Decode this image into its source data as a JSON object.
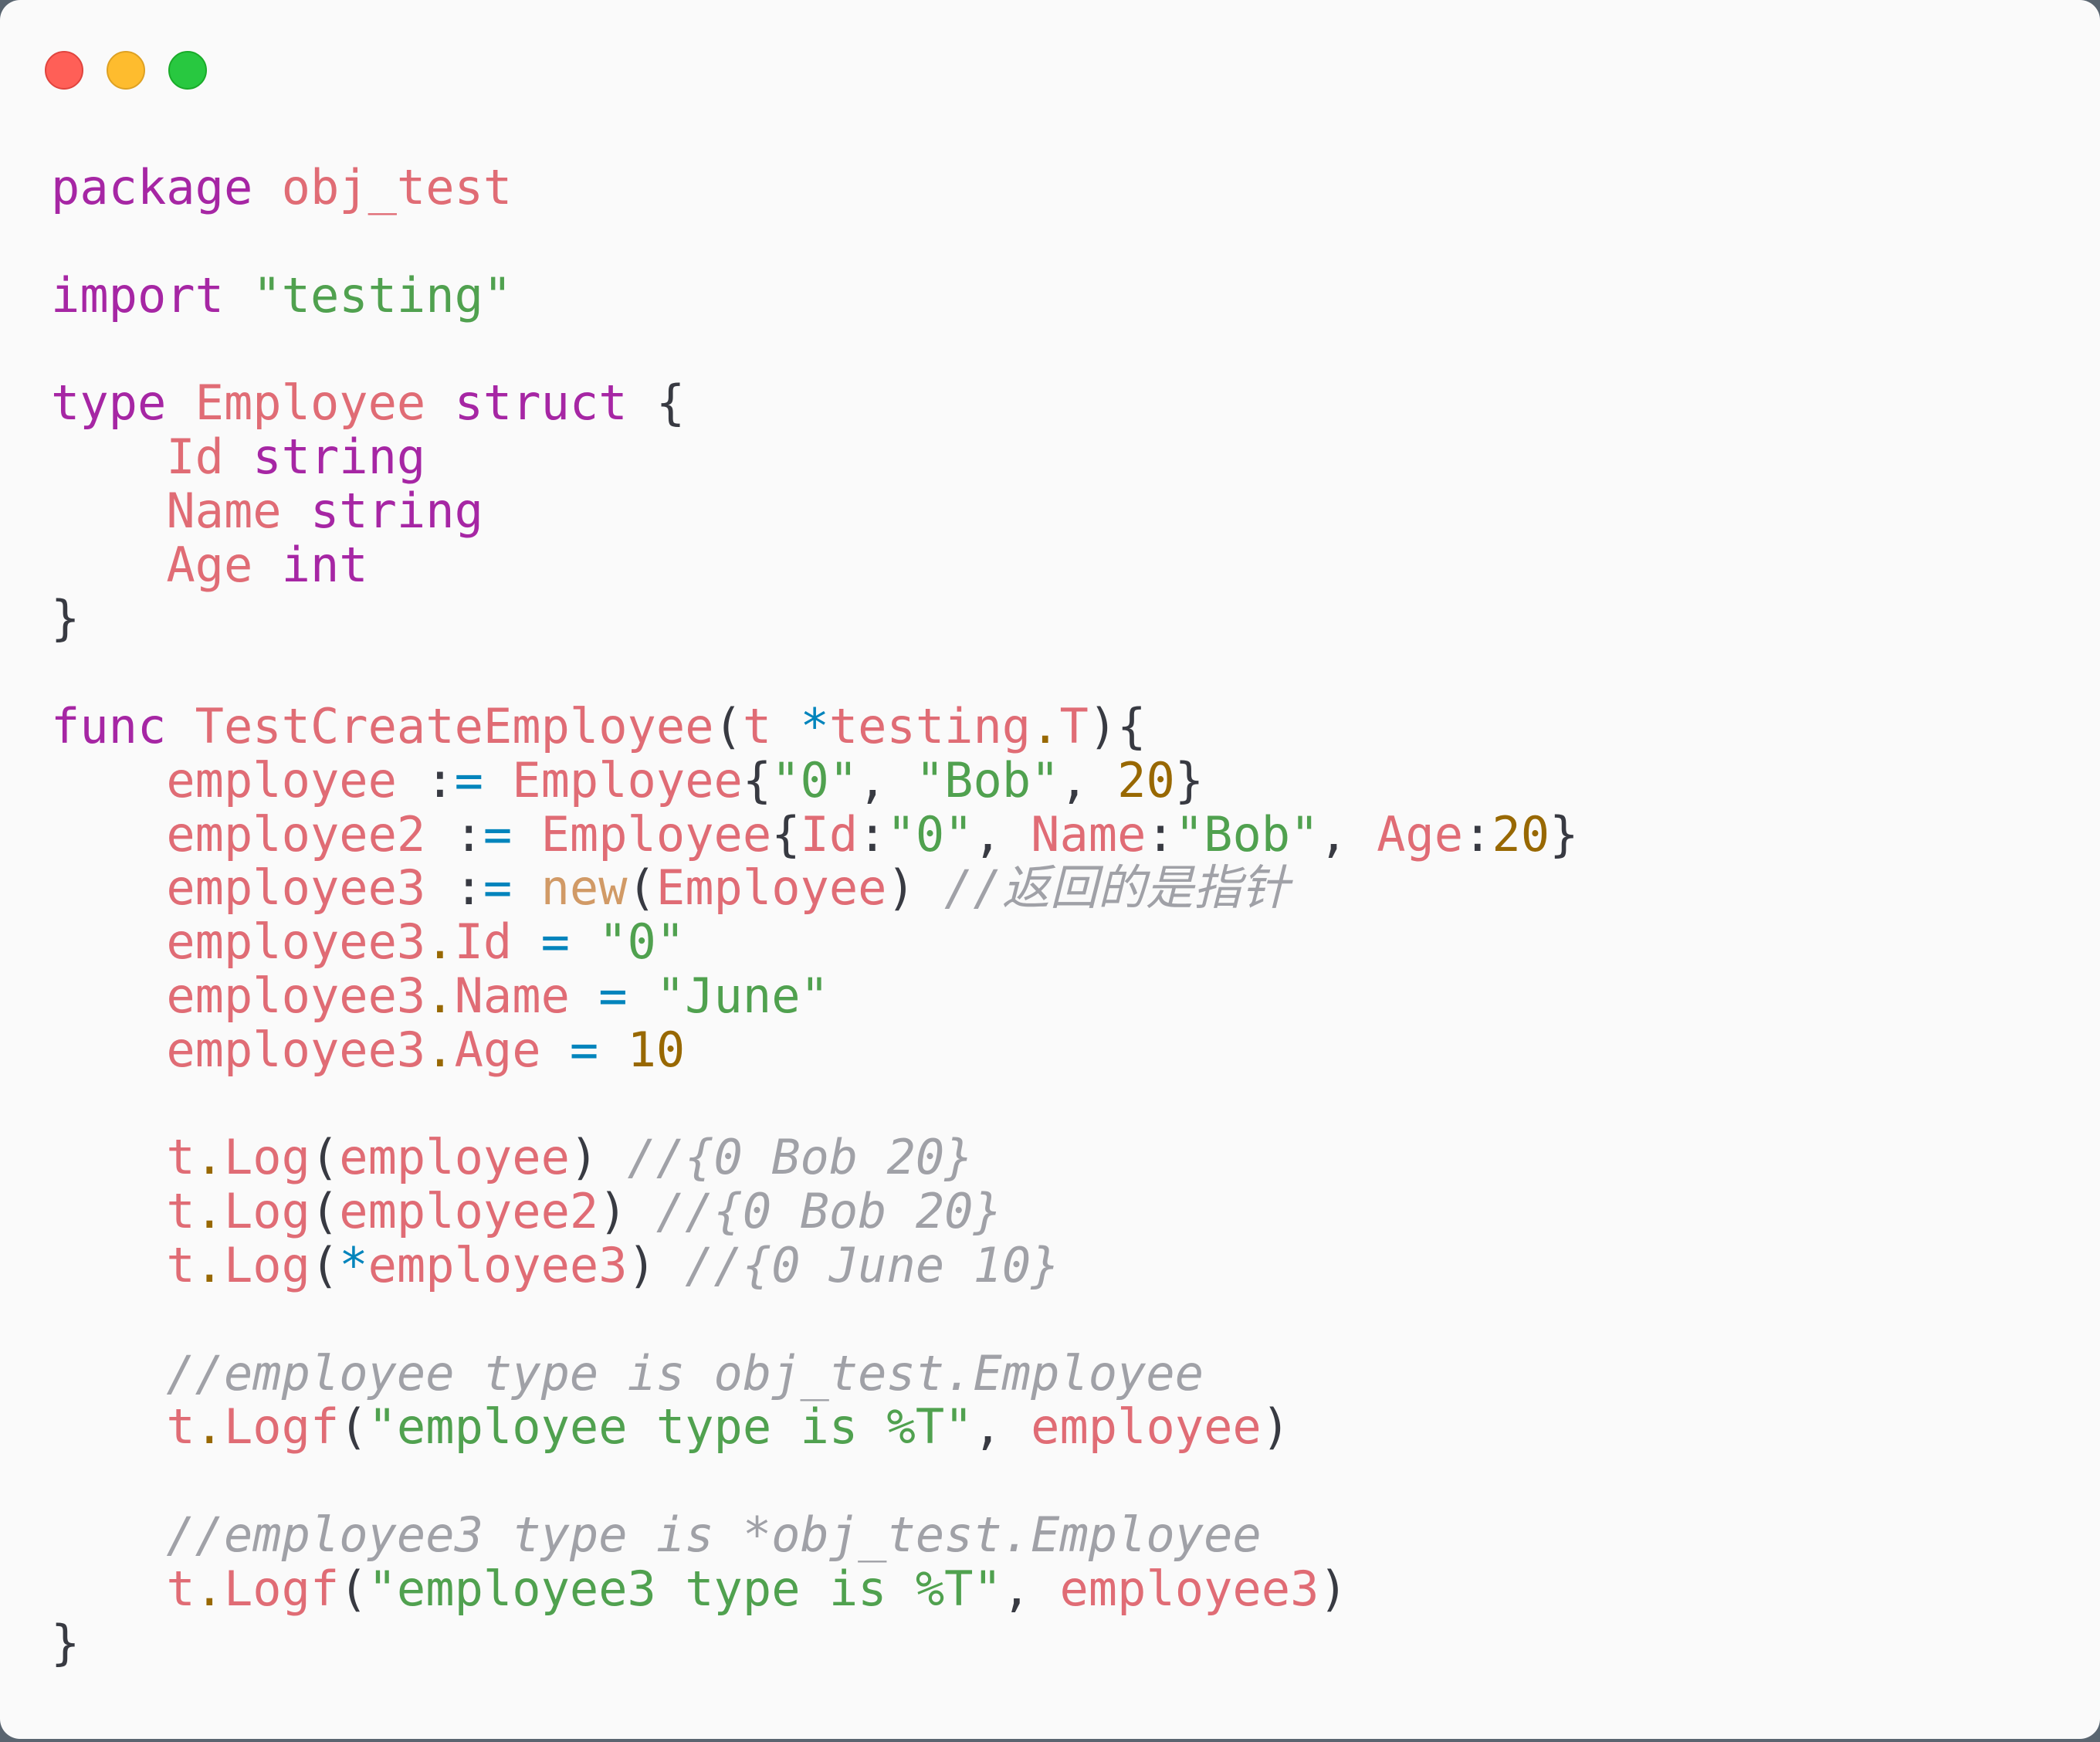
{
  "window": {
    "controls": [
      "close",
      "minimize",
      "zoom"
    ]
  },
  "colors": {
    "keyword": "#a626a4",
    "identifier": "#e06c75",
    "string": "#50a14f",
    "number": "#986801",
    "operator": "#0184bc",
    "comment": "#a0a1a7"
  },
  "code": [
    [
      [
        "kw",
        "package"
      ],
      [
        "pn",
        " "
      ],
      [
        "id",
        "obj_test"
      ]
    ],
    [],
    [
      [
        "kw",
        "import"
      ],
      [
        "pn",
        " "
      ],
      [
        "str",
        "\"testing\""
      ]
    ],
    [],
    [
      [
        "kw",
        "type"
      ],
      [
        "pn",
        " "
      ],
      [
        "id",
        "Employee"
      ],
      [
        "pn",
        " "
      ],
      [
        "kw",
        "struct"
      ],
      [
        "pn",
        " {"
      ]
    ],
    [
      [
        "pn",
        "    "
      ],
      [
        "id",
        "Id"
      ],
      [
        "pn",
        " "
      ],
      [
        "kw",
        "string"
      ]
    ],
    [
      [
        "pn",
        "    "
      ],
      [
        "id",
        "Name"
      ],
      [
        "pn",
        " "
      ],
      [
        "kw",
        "string"
      ]
    ],
    [
      [
        "pn",
        "    "
      ],
      [
        "id",
        "Age"
      ],
      [
        "pn",
        " "
      ],
      [
        "kw",
        "int"
      ]
    ],
    [
      [
        "pn",
        "}"
      ]
    ],
    [],
    [
      [
        "kw",
        "func"
      ],
      [
        "pn",
        " "
      ],
      [
        "id",
        "TestCreateEmployee"
      ],
      [
        "pn",
        "("
      ],
      [
        "id",
        "t"
      ],
      [
        "pn",
        " "
      ],
      [
        "op",
        "*"
      ],
      [
        "id",
        "testing"
      ],
      [
        "dt",
        "."
      ],
      [
        "id",
        "T"
      ],
      [
        "pn",
        "){"
      ]
    ],
    [
      [
        "pn",
        "    "
      ],
      [
        "id",
        "employee"
      ],
      [
        "pn",
        " :"
      ],
      [
        "op",
        "="
      ],
      [
        "pn",
        " "
      ],
      [
        "id",
        "Employee"
      ],
      [
        "pn",
        "{"
      ],
      [
        "str",
        "\"0\""
      ],
      [
        "pn",
        ", "
      ],
      [
        "str",
        "\"Bob\""
      ],
      [
        "pn",
        ", "
      ],
      [
        "num",
        "20"
      ],
      [
        "pn",
        "}"
      ]
    ],
    [
      [
        "pn",
        "    "
      ],
      [
        "id",
        "employee2"
      ],
      [
        "pn",
        " :"
      ],
      [
        "op",
        "="
      ],
      [
        "pn",
        " "
      ],
      [
        "id",
        "Employee"
      ],
      [
        "pn",
        "{"
      ],
      [
        "id",
        "Id"
      ],
      [
        "pn",
        ":"
      ],
      [
        "str",
        "\"0\""
      ],
      [
        "pn",
        ", "
      ],
      [
        "id",
        "Name"
      ],
      [
        "pn",
        ":"
      ],
      [
        "str",
        "\"Bob\""
      ],
      [
        "pn",
        ", "
      ],
      [
        "id",
        "Age"
      ],
      [
        "pn",
        ":"
      ],
      [
        "num",
        "20"
      ],
      [
        "pn",
        "}"
      ]
    ],
    [
      [
        "pn",
        "    "
      ],
      [
        "id",
        "employee3"
      ],
      [
        "pn",
        " :"
      ],
      [
        "op",
        "="
      ],
      [
        "pn",
        " "
      ],
      [
        "bi",
        "new"
      ],
      [
        "pn",
        "("
      ],
      [
        "id",
        "Employee"
      ],
      [
        "pn",
        ") "
      ],
      [
        "cm",
        "//返回的是指针"
      ]
    ],
    [
      [
        "pn",
        "    "
      ],
      [
        "id",
        "employee3"
      ],
      [
        "dt",
        "."
      ],
      [
        "id",
        "Id"
      ],
      [
        "pn",
        " "
      ],
      [
        "op",
        "="
      ],
      [
        "pn",
        " "
      ],
      [
        "str",
        "\"0\""
      ]
    ],
    [
      [
        "pn",
        "    "
      ],
      [
        "id",
        "employee3"
      ],
      [
        "dt",
        "."
      ],
      [
        "id",
        "Name"
      ],
      [
        "pn",
        " "
      ],
      [
        "op",
        "="
      ],
      [
        "pn",
        " "
      ],
      [
        "str",
        "\"June\""
      ]
    ],
    [
      [
        "pn",
        "    "
      ],
      [
        "id",
        "employee3"
      ],
      [
        "dt",
        "."
      ],
      [
        "id",
        "Age"
      ],
      [
        "pn",
        " "
      ],
      [
        "op",
        "="
      ],
      [
        "pn",
        " "
      ],
      [
        "num",
        "10"
      ]
    ],
    [],
    [
      [
        "pn",
        "    "
      ],
      [
        "id",
        "t"
      ],
      [
        "dt",
        "."
      ],
      [
        "id",
        "Log"
      ],
      [
        "pn",
        "("
      ],
      [
        "id",
        "employee"
      ],
      [
        "pn",
        ") "
      ],
      [
        "cm",
        "//{0 Bob 20}"
      ]
    ],
    [
      [
        "pn",
        "    "
      ],
      [
        "id",
        "t"
      ],
      [
        "dt",
        "."
      ],
      [
        "id",
        "Log"
      ],
      [
        "pn",
        "("
      ],
      [
        "id",
        "employee2"
      ],
      [
        "pn",
        ") "
      ],
      [
        "cm",
        "//{0 Bob 20}"
      ]
    ],
    [
      [
        "pn",
        "    "
      ],
      [
        "id",
        "t"
      ],
      [
        "dt",
        "."
      ],
      [
        "id",
        "Log"
      ],
      [
        "pn",
        "("
      ],
      [
        "op",
        "*"
      ],
      [
        "id",
        "employee3"
      ],
      [
        "pn",
        ") "
      ],
      [
        "cm",
        "//{0 June 10}"
      ]
    ],
    [],
    [
      [
        "pn",
        "    "
      ],
      [
        "cm",
        "//employee type is obj_test.Employee"
      ]
    ],
    [
      [
        "pn",
        "    "
      ],
      [
        "id",
        "t"
      ],
      [
        "dt",
        "."
      ],
      [
        "id",
        "Logf"
      ],
      [
        "pn",
        "("
      ],
      [
        "str",
        "\"employee type is %T\""
      ],
      [
        "pn",
        ", "
      ],
      [
        "id",
        "employee"
      ],
      [
        "pn",
        ")"
      ]
    ],
    [],
    [
      [
        "pn",
        "    "
      ],
      [
        "cm",
        "//employee3 type is *obj_test.Employee"
      ]
    ],
    [
      [
        "pn",
        "    "
      ],
      [
        "id",
        "t"
      ],
      [
        "dt",
        "."
      ],
      [
        "id",
        "Logf"
      ],
      [
        "pn",
        "("
      ],
      [
        "str",
        "\"employee3 type is %T\""
      ],
      [
        "pn",
        ", "
      ],
      [
        "id",
        "employee3"
      ],
      [
        "pn",
        ")"
      ]
    ],
    [
      [
        "pn",
        "}"
      ]
    ]
  ]
}
